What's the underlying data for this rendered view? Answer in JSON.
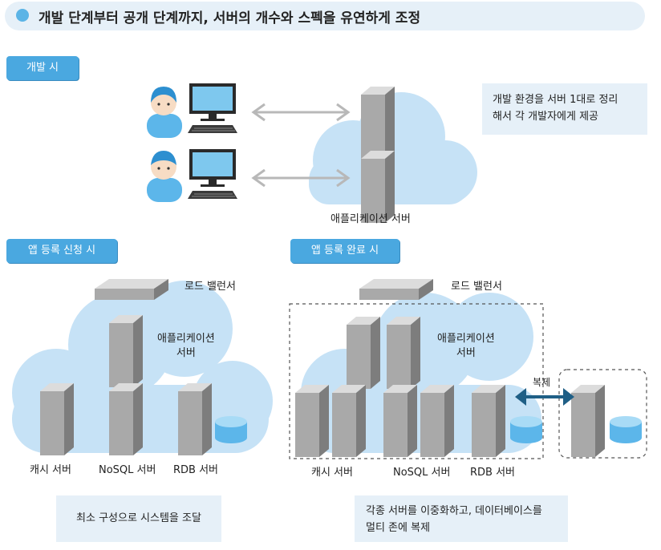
{
  "title": "개발 단계부터 공개 단계까지, 서버의 개수와 스펙을 유연하게 조정",
  "dev": {
    "tag": "개발 시",
    "note_line1": "개발 환경을 서버 1대로 정리",
    "note_line2": "해서 각 개발자에게 제공",
    "server_label": "애플리케이션 서버"
  },
  "submit": {
    "tag": "앱 등록 신청 시",
    "lb_label": "로드 밸런서",
    "app_label_line1": "애플리케이션",
    "app_label_line2": "서버",
    "cache_label": "캐시 서버",
    "nosql_label": "NoSQL 서버",
    "rdb_label": "RDB 서버",
    "note": "최소 구성으로 시스템을 조달"
  },
  "done": {
    "tag": "앱 등록 완료 시",
    "lb_label": "로드 밸런서",
    "app_label_line1": "애플리케이션",
    "app_label_line2": "서버",
    "replicate_label": "복제",
    "cache_label": "캐시 서버",
    "nosql_label": "NoSQL 서버",
    "rdb_label": "RDB 서버",
    "note_line1": "각종 서버를 이중화하고, 데이터베이스를",
    "note_line2": "멀티 존에 복제"
  },
  "colors": {
    "accent": "#4aa8e0",
    "cloud": "#c6e2f6",
    "server": "#a9a9a9",
    "db": "#5cb6ea",
    "arrow_dark": "#1f5f86"
  }
}
